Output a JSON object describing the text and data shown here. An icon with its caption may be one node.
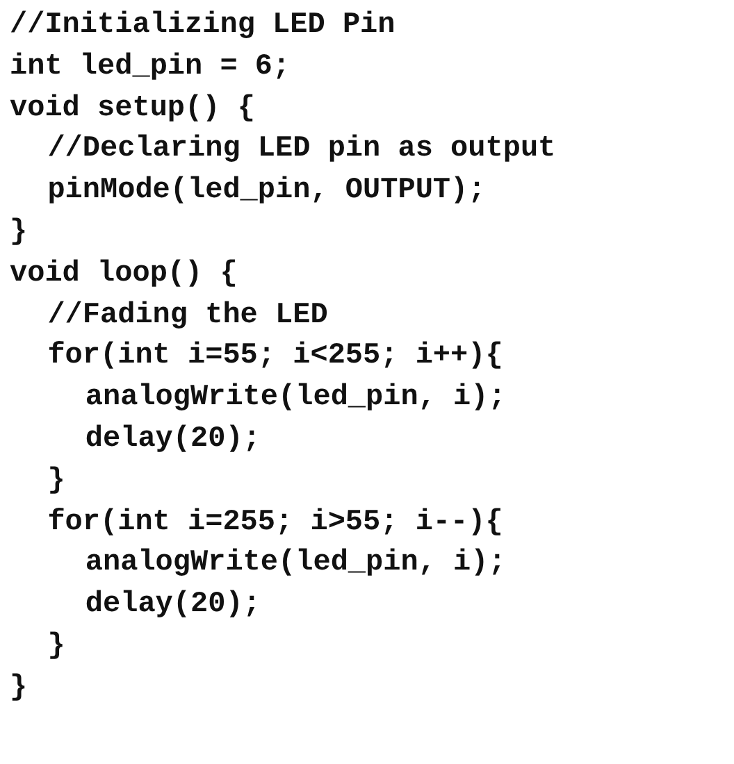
{
  "diagram": {
    "labels": [
      "//Initializing LED Pin",
      "int led_pin = 6;",
      "void setup() {",
      "//Declaring LED pin as output",
      "pinMode(led_pin, OUTPUT);",
      "}",
      "void loop() {",
      "//Fading the LED",
      "for(int i=55; i<255; i++){",
      "analogWrite(led_pin, i);",
      "delay(20);",
      "}",
      "for(int i=255; i>55; i--){",
      "analogWrite(led_pin, i);",
      "delay(20);",
      "}",
      "}"
    ]
  }
}
